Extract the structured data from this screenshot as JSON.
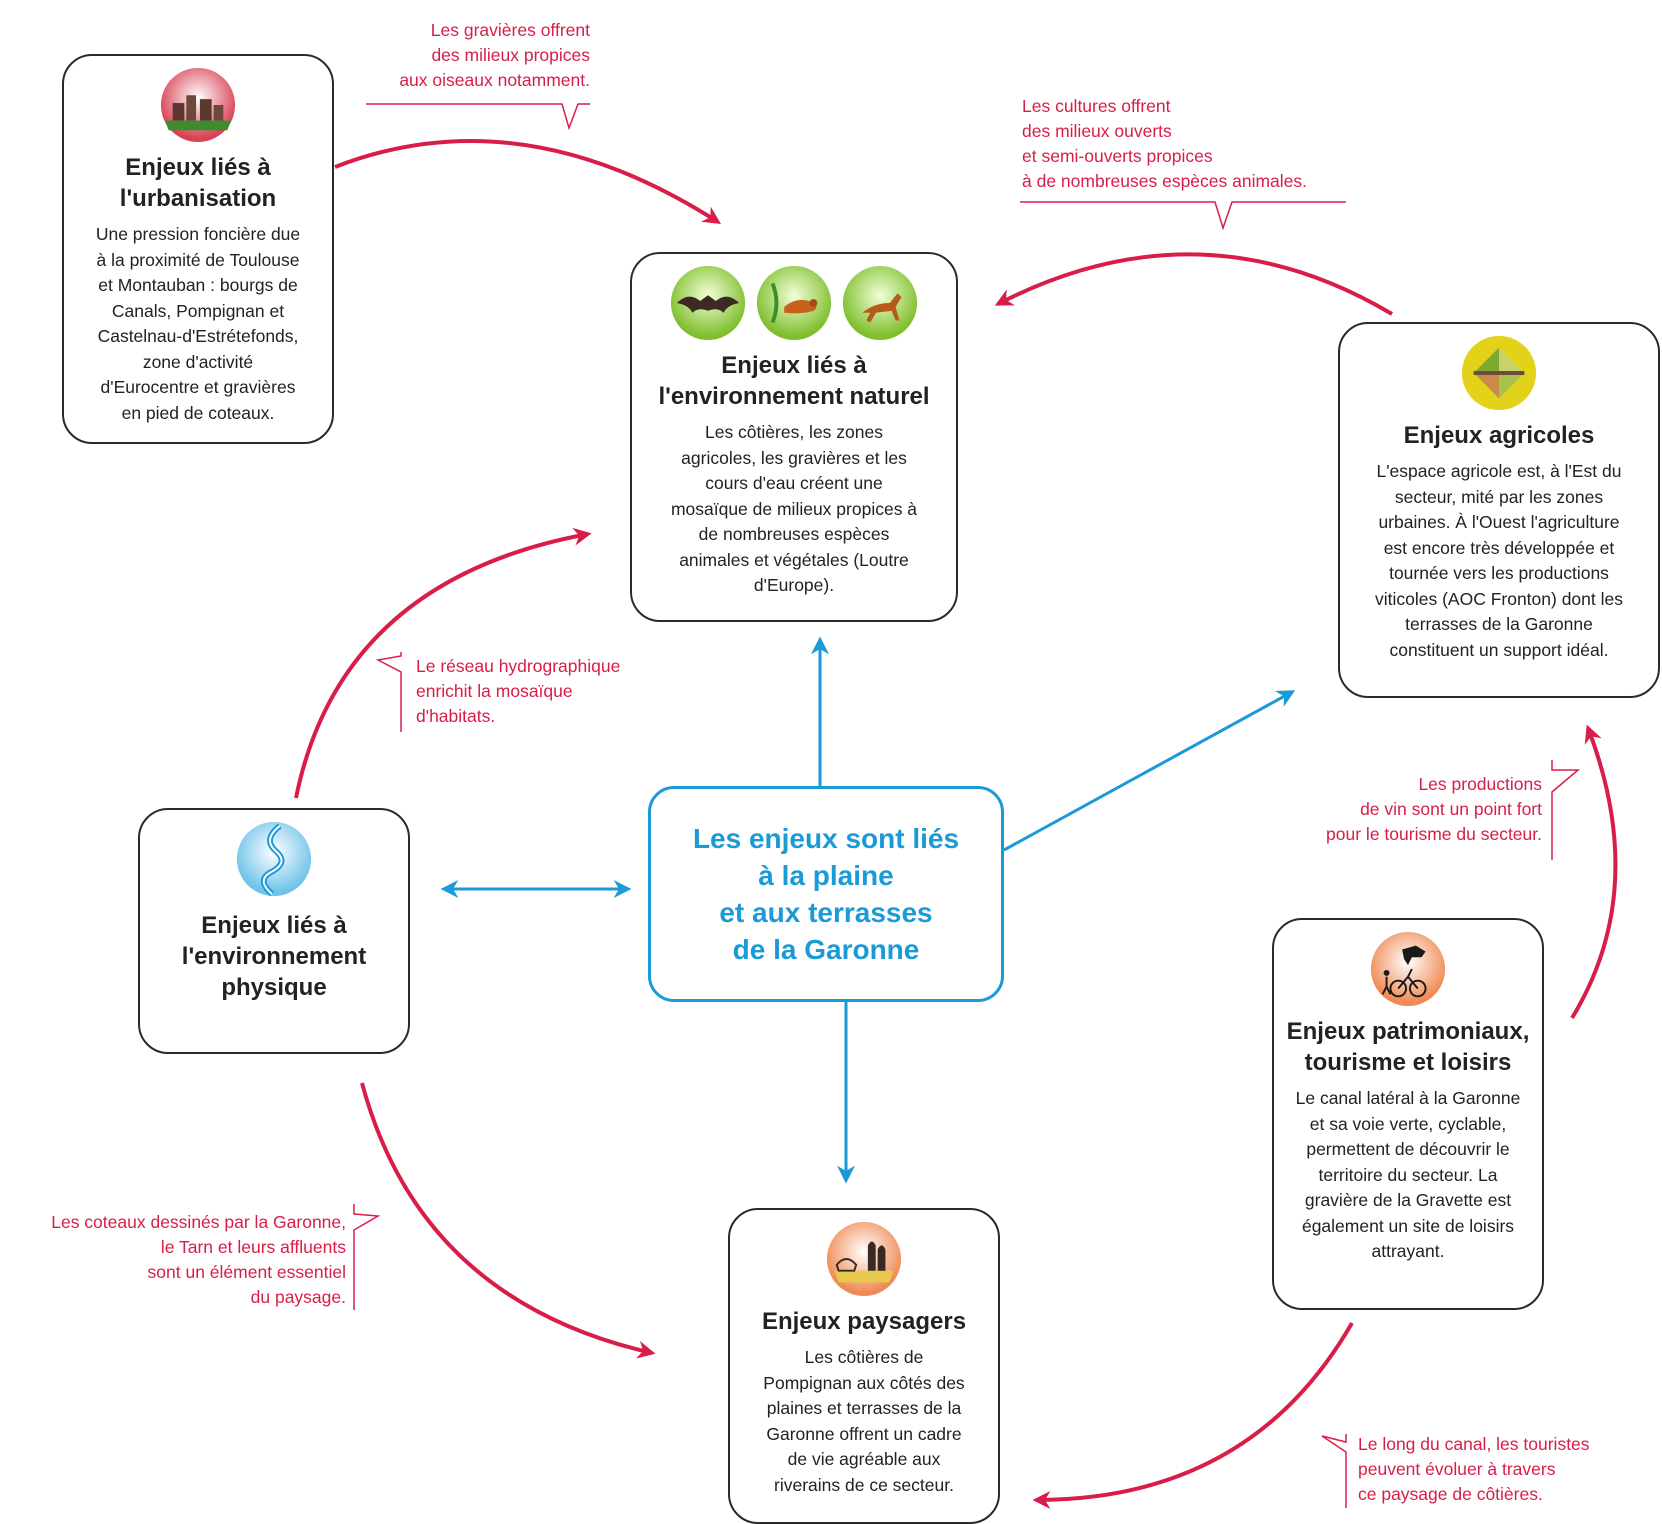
{
  "colors": {
    "accent_red": "#d81e48",
    "accent_blue": "#1a9ad6",
    "box_border": "#2a2a2a"
  },
  "center": {
    "lines": [
      "Les enjeux sont liés",
      "à la plaine",
      "et aux terrasses",
      "de la Garonne"
    ]
  },
  "boxes": {
    "urbanisation": {
      "icon": "urban-landscape-icon",
      "title_lines": [
        "Enjeux liés à",
        "l'urbanisation"
      ],
      "desc_lines": [
        "Une pression foncière due",
        "à la proximité de Toulouse",
        "et Montauban : bourgs de",
        "Canals, Pompignan et",
        "Castelnau-d'Estrétefonds,",
        "zone d'activité",
        "d'Eurocentre et  gravières",
        "en pied de coteaux."
      ]
    },
    "naturel": {
      "icons": [
        "bat-icon",
        "otter-icon",
        "deer-icon"
      ],
      "title_lines": [
        "Enjeux liés à",
        "l'environnement naturel"
      ],
      "desc_lines": [
        "Les côtières, les zones",
        "agricoles, les gravières et les",
        "cours d'eau créent une",
        "mosaïque de milieux propices à",
        "de nombreuses espèces",
        "animales et végétales (Loutre",
        "d'Europe)."
      ]
    },
    "agricoles": {
      "icon": "fields-icon",
      "title_lines": [
        "Enjeux agricoles"
      ],
      "desc_lines": [
        "L'espace agricole est, à l'Est du",
        "secteur, mité par les zones",
        "urbaines. À l'Ouest l'agriculture",
        "est encore très développée et",
        "tournée vers les productions",
        "viticoles (AOC Fronton) dont les",
        "terrasses de la Garonne",
        "constituent un support idéal."
      ]
    },
    "physique": {
      "icon": "river-icon",
      "title_lines": [
        "Enjeux liés à",
        "l'environnement",
        "physique"
      ]
    },
    "patrimoniaux": {
      "icon": "leisure-icon",
      "title_lines": [
        "Enjeux patrimoniaux,",
        "tourisme et loisirs"
      ],
      "desc_lines": [
        "Le canal latéral à la Garonne",
        "et sa voie verte, cyclable,",
        "permettent de découvrir le",
        "territoire du secteur. La",
        "gravière de la Gravette est",
        "également un site de loisirs",
        "attrayant."
      ]
    },
    "paysagers": {
      "icon": "landscape-icon",
      "title_lines": [
        "Enjeux paysagers"
      ],
      "desc_lines": [
        "Les côtières de",
        "Pompignan aux côtés des",
        "plaines et terrasses de la",
        "Garonne offrent un cadre",
        "de vie agréable aux",
        "riverains de ce secteur."
      ]
    }
  },
  "notes": {
    "gravieres": [
      "Les gravières offrent",
      "des milieux propices",
      "aux oiseaux notamment."
    ],
    "cultures": [
      "Les cultures offrent",
      "des milieux ouverts",
      "et semi-ouverts propices",
      "à de nombreuses espèces animales."
    ],
    "reseau": [
      "Le réseau hydrographique",
      "enrichit la mosaïque",
      "d'habitats."
    ],
    "vin": [
      "Les productions",
      "de vin sont un point fort",
      "pour le tourisme du secteur."
    ],
    "coteaux": [
      "Les coteaux dessinés par la Garonne,",
      "le Tarn et leurs affluents",
      "sont un élément essentiel",
      "du paysage."
    ],
    "canal": [
      "Le long du canal, les touristes",
      "peuvent évoluer à travers",
      "ce paysage de côtières."
    ]
  }
}
